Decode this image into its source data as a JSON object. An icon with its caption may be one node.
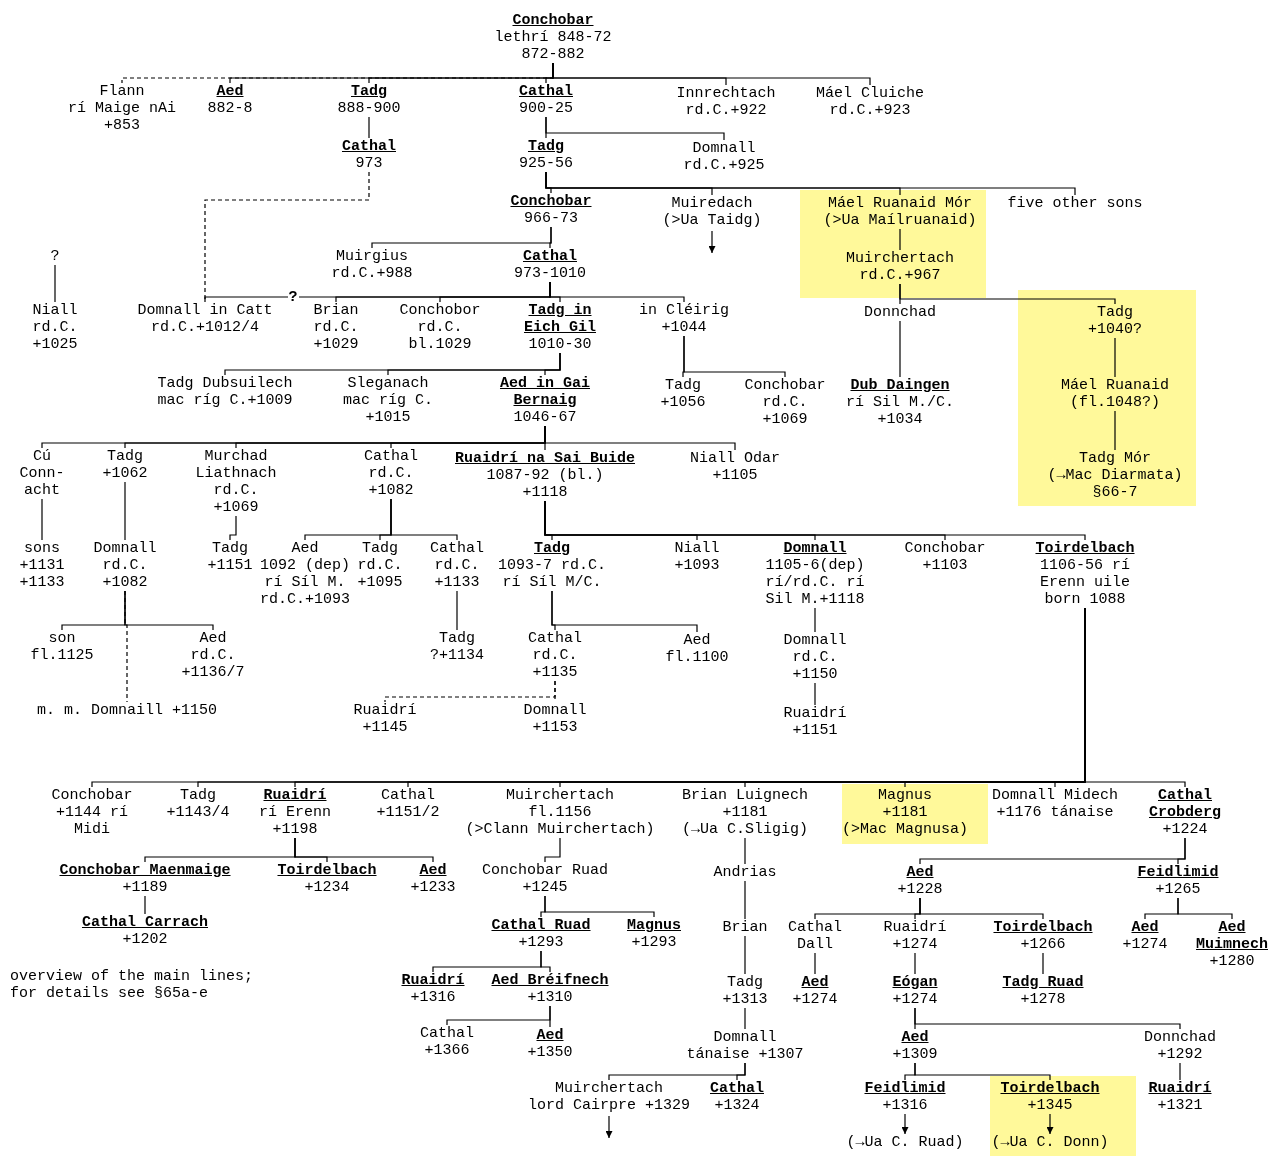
{
  "diagram": {
    "nodes": [
      {
        "text": [
          "Conchobar",
          "lethrí 848-72 872-882"
        ]
      },
      {
        "text": [
          "Flann",
          "rí Maige nAi +853"
        ]
      },
      {
        "text": [
          "Aed",
          "882-8"
        ]
      },
      {
        "text": [
          "Tadg",
          "888-900"
        ]
      },
      {
        "text": [
          "Cathal",
          "900-25"
        ]
      },
      {
        "text": [
          "Innrechtach",
          "rd.C.+922"
        ]
      },
      {
        "text": [
          "Máel Cluiche",
          "rd.C.+923"
        ]
      },
      {
        "text": [
          "Cathal",
          "973"
        ]
      },
      {
        "text": [
          "Tadg",
          "925-56"
        ]
      },
      {
        "text": [
          "Domnall",
          "rd.C.+925"
        ]
      },
      {
        "text": [
          "Conchobar",
          "966-73"
        ]
      },
      {
        "text": [
          "Muiredach",
          "(>Ua Taidg)"
        ]
      },
      {
        "text": [
          "Máel Ruanaid Mór",
          "(>Ua Maílruanaid)"
        ]
      },
      {
        "text": [
          "five other sons"
        ]
      },
      {
        "text": [
          "Muirchertach",
          "rd.C.+967"
        ]
      },
      {
        "text": [
          "Muirgius",
          "rd.C.+988"
        ]
      },
      {
        "text": [
          "Cathal",
          "973-1010"
        ]
      },
      {
        "text": [
          "?"
        ]
      },
      {
        "text": [
          "Niall",
          "rd.C. +1025"
        ]
      },
      {
        "text": [
          "Domnall in Catt",
          "rd.C.+1012/4"
        ]
      },
      {
        "text": [
          "Brian",
          "rd.C. +1029"
        ]
      },
      {
        "text": [
          "Conchobor",
          "rd.C. bl.1029"
        ]
      },
      {
        "text": [
          "Tadg in Eich Gil",
          "1010-30"
        ]
      },
      {
        "text": [
          "in Cléirig",
          "+1044"
        ]
      },
      {
        "text": [
          "Donnchad"
        ]
      },
      {
        "text": [
          "Tadg",
          "+1040?"
        ]
      },
      {
        "text": [
          "Tadg Dubsuilech",
          "mac ríg C.+1009"
        ]
      },
      {
        "text": [
          "Sleganach",
          "mac ríg C. +1015"
        ]
      },
      {
        "text": [
          "Aed in Gai Bernaig",
          "1046-67"
        ]
      },
      {
        "text": [
          "Tadg",
          "+1056"
        ]
      },
      {
        "text": [
          "Conchobar",
          "rd.C. +1069"
        ]
      },
      {
        "text": [
          "Dub Daingen",
          "rí Sil M./C. +1034"
        ]
      },
      {
        "text": [
          "Máel Ruanaid",
          "(fl.1048?)"
        ]
      },
      {
        "text": [
          "Tadg Mór",
          "(→Mac Diarmata)",
          "§66-7"
        ]
      },
      {
        "text": [
          "Cú Conn- acht"
        ]
      },
      {
        "text": [
          "Tadg",
          "+1062"
        ]
      },
      {
        "text": [
          "Murchad Liathnach",
          "rd.C. +1069"
        ]
      },
      {
        "text": [
          "Cathal",
          "rd.C. +1082"
        ]
      },
      {
        "text": [
          "Ruaidrí na Sai Buide",
          "1087-92 (bl.) +1118"
        ]
      },
      {
        "text": [
          "Niall Odar",
          "+1105"
        ]
      },
      {
        "text": [
          "sons",
          "+1131 +1133"
        ]
      },
      {
        "text": [
          "Domnall",
          "rd.C. +1082"
        ]
      },
      {
        "text": [
          "Tadg",
          "+1151"
        ]
      },
      {
        "text": [
          "Aed",
          "1092 (dep) rí Síl M. rd.C.+1093"
        ]
      },
      {
        "text": [
          "Tadg",
          "rd.C. +1095"
        ]
      },
      {
        "text": [
          "Cathal",
          "rd.C. +1133"
        ]
      },
      {
        "text": [
          "Tadg",
          "1093-7 rd.C. rí Síl M/C."
        ]
      },
      {
        "text": [
          "Niall",
          "+1093"
        ]
      },
      {
        "text": [
          "Domnall",
          "1105-6(dep) rí/rd.C. rí Sil M.+1118"
        ]
      },
      {
        "text": [
          "Conchobar",
          "+1103"
        ]
      },
      {
        "text": [
          "Toirdelbach",
          "1106-56 rí Erenn uile born 1088"
        ]
      },
      {
        "text": [
          "son",
          "fl.1125"
        ]
      },
      {
        "text": [
          "Aed",
          "rd.C. +1136/7"
        ]
      },
      {
        "text": [
          "m. m. Domnaill +1150"
        ]
      },
      {
        "text": [
          "Tadg",
          "?+1134"
        ]
      },
      {
        "text": [
          "Cathal",
          "rd.C. +1135"
        ]
      },
      {
        "text": [
          "Aed",
          "fl.1100"
        ]
      },
      {
        "text": [
          "Domnall",
          "rd.C. +1150"
        ]
      },
      {
        "text": [
          "Ruaidrí",
          "+1151"
        ]
      },
      {
        "text": [
          "Ruaidrí",
          "+1145"
        ]
      },
      {
        "text": [
          "Domnall",
          "+1153"
        ]
      },
      {
        "text": [
          "Conchobar",
          "+1144 rí Midi"
        ]
      },
      {
        "text": [
          "Tadg",
          "+1143/4"
        ]
      },
      {
        "text": [
          "Ruaidrí",
          "rí Erenn +1198"
        ]
      },
      {
        "text": [
          "Cathal",
          "+1151/2"
        ]
      },
      {
        "text": [
          "Muirchertach",
          "fl.1156",
          "(>Clann Muirchertach)"
        ]
      },
      {
        "text": [
          "Brian Luignech",
          "+1181",
          "(→Ua C.Sligig)"
        ]
      },
      {
        "text": [
          "Magnus",
          "+1181",
          "(>Mac Magnusa)"
        ]
      },
      {
        "text": [
          "Domnall Midech",
          "+1176 tánaise"
        ]
      },
      {
        "text": [
          "Cathal Crobderg",
          "+1224"
        ]
      },
      {
        "text": [
          "Conchobar Maenmaige",
          "+1189"
        ]
      },
      {
        "text": [
          "Toirdelbach",
          "+1234"
        ]
      },
      {
        "text": [
          "Aed",
          "+1233"
        ]
      },
      {
        "text": [
          "Conchobar Ruad",
          "+1245"
        ]
      },
      {
        "text": [
          "Andrias"
        ]
      },
      {
        "text": [
          "Aed",
          "+1228"
        ]
      },
      {
        "text": [
          "Feidlimid",
          "+1265"
        ]
      },
      {
        "text": [
          "Cathal Carrach",
          "+1202"
        ]
      },
      {
        "text": [
          "Cathal Ruad",
          "+1293"
        ]
      },
      {
        "text": [
          "Magnus",
          "+1293"
        ]
      },
      {
        "text": [
          "Brian"
        ]
      },
      {
        "text": [
          "Cathal Dall"
        ]
      },
      {
        "text": [
          "Ruaidrí",
          "+1274"
        ]
      },
      {
        "text": [
          "Toirdelbach",
          "+1266"
        ]
      },
      {
        "text": [
          "Aed",
          "+1274"
        ]
      },
      {
        "text": [
          "Aed Muimnech",
          "+1280"
        ]
      },
      {
        "text": [
          "Ruaidrí",
          "+1316"
        ]
      },
      {
        "text": [
          "Aed Bréifnech",
          "+1310"
        ]
      },
      {
        "text": [
          "Tadg",
          "+1313"
        ]
      },
      {
        "text": [
          "Aed",
          "+1274"
        ]
      },
      {
        "text": [
          "Eógan",
          "+1274"
        ]
      },
      {
        "text": [
          "Tadg Ruad",
          "+1278"
        ]
      },
      {
        "text": [
          "Cathal",
          "+1366"
        ]
      },
      {
        "text": [
          "Aed",
          "+1350"
        ]
      },
      {
        "text": [
          "Domnall",
          "tánaise +1307"
        ]
      },
      {
        "text": [
          "Aed",
          "+1309"
        ]
      },
      {
        "text": [
          "Donnchad",
          "+1292"
        ]
      },
      {
        "text": [
          "Muirchertach",
          "lord Cairpre +1329"
        ]
      },
      {
        "text": [
          "Cathal",
          "+1324"
        ]
      },
      {
        "text": [
          "Feidlimid",
          "+1316"
        ]
      },
      {
        "text": [
          "Toirdelbach",
          "+1345"
        ]
      },
      {
        "text": [
          "Ruaidrí",
          "+1321"
        ]
      },
      {
        "text": [
          "(→Ua C. Ruad)"
        ]
      },
      {
        "text": [
          "(→Ua C. Donn)"
        ]
      }
    ],
    "edges": [
      {
        "from": 0,
        "to": 1,
        "arrow": "none",
        "style": "dashed"
      },
      {
        "from": 0,
        "to": 2,
        "arrow": "none"
      },
      {
        "from": 0,
        "to": 3,
        "arrow": "none"
      },
      {
        "from": 0,
        "to": 4,
        "arrow": "none"
      },
      {
        "from": 0,
        "to": 5,
        "arrow": "none"
      },
      {
        "from": 0,
        "to": 6,
        "arrow": "none"
      },
      {
        "from": 3,
        "to": 7,
        "arrow": "none"
      },
      {
        "from": 4,
        "to": 8,
        "arrow": "none"
      },
      {
        "from": 4,
        "to": 9,
        "arrow": "none"
      },
      {
        "from": 8,
        "to": 10,
        "arrow": "none"
      },
      {
        "from": 8,
        "to": 11,
        "arrow": "none"
      },
      {
        "from": 8,
        "to": 12,
        "arrow": "none"
      },
      {
        "from": 8,
        "to": 13,
        "arrow": "none"
      },
      {
        "from": 11,
        "to": null,
        "arrow": "to"
      },
      {
        "from": 12,
        "to": 14,
        "arrow": "none"
      },
      {
        "from": 10,
        "to": 15,
        "arrow": "none"
      },
      {
        "from": 10,
        "to": 16,
        "arrow": "none"
      },
      {
        "from": 17,
        "to": 18,
        "arrow": "none"
      },
      {
        "from": 7,
        "to": 19,
        "arrow": "none",
        "style": "dashed"
      },
      {
        "from": 16,
        "to": 19,
        "arrow": "none",
        "label": "?"
      },
      {
        "from": 16,
        "to": 20,
        "arrow": "none"
      },
      {
        "from": 16,
        "to": 21,
        "arrow": "none"
      },
      {
        "from": 16,
        "to": 22,
        "arrow": "none"
      },
      {
        "from": 16,
        "to": 23,
        "arrow": "none"
      },
      {
        "from": 14,
        "to": 24,
        "arrow": "none"
      },
      {
        "from": 14,
        "to": 25,
        "arrow": "none"
      },
      {
        "from": 22,
        "to": 26,
        "arrow": "none"
      },
      {
        "from": 22,
        "to": 27,
        "arrow": "none"
      },
      {
        "from": 22,
        "to": 28,
        "arrow": "none"
      },
      {
        "from": 23,
        "to": 29,
        "arrow": "none"
      },
      {
        "from": 23,
        "to": 30,
        "arrow": "none"
      },
      {
        "from": 24,
        "to": 31,
        "arrow": "none"
      },
      {
        "from": 25,
        "to": 32,
        "arrow": "none"
      },
      {
        "from": 32,
        "to": 33,
        "arrow": "none"
      },
      {
        "from": 28,
        "to": 34,
        "arrow": "none"
      },
      {
        "from": 28,
        "to": 35,
        "arrow": "none"
      },
      {
        "from": 28,
        "to": 36,
        "arrow": "none"
      },
      {
        "from": 28,
        "to": 37,
        "arrow": "none"
      },
      {
        "from": 28,
        "to": 38,
        "arrow": "none"
      },
      {
        "from": 28,
        "to": 39,
        "arrow": "none"
      },
      {
        "from": 34,
        "to": 40,
        "arrow": "none"
      },
      {
        "from": 35,
        "to": 41,
        "arrow": "none"
      },
      {
        "from": 36,
        "to": 42,
        "arrow": "none"
      },
      {
        "from": 37,
        "to": 43,
        "arrow": "none"
      },
      {
        "from": 37,
        "to": 44,
        "arrow": "none"
      },
      {
        "from": 37,
        "to": 45,
        "arrow": "none"
      },
      {
        "from": 38,
        "to": 46,
        "arrow": "none"
      },
      {
        "from": 38,
        "to": 47,
        "arrow": "none"
      },
      {
        "from": 38,
        "to": 48,
        "arrow": "none"
      },
      {
        "from": 38,
        "to": 49,
        "arrow": "none"
      },
      {
        "from": 38,
        "to": 50,
        "arrow": "none"
      },
      {
        "from": 41,
        "to": 51,
        "arrow": "none"
      },
      {
        "from": 41,
        "to": 52,
        "arrow": "none"
      },
      {
        "from": 41,
        "to": 53,
        "arrow": "none",
        "style": "dashed"
      },
      {
        "from": 45,
        "to": 54,
        "arrow": "none"
      },
      {
        "from": 46,
        "to": 55,
        "arrow": "none"
      },
      {
        "from": 46,
        "to": 56,
        "arrow": "none"
      },
      {
        "from": 48,
        "to": 57,
        "arrow": "none"
      },
      {
        "from": 57,
        "to": 58,
        "arrow": "none"
      },
      {
        "from": 55,
        "to": 59,
        "arrow": "none",
        "style": "dashed"
      },
      {
        "from": 55,
        "to": 60,
        "arrow": "none",
        "style": "dashed"
      },
      {
        "from": 50,
        "to": 61,
        "arrow": "none"
      },
      {
        "from": 50,
        "to": 62,
        "arrow": "none"
      },
      {
        "from": 50,
        "to": 63,
        "arrow": "none"
      },
      {
        "from": 50,
        "to": 64,
        "arrow": "none"
      },
      {
        "from": 50,
        "to": 65,
        "arrow": "none"
      },
      {
        "from": 50,
        "to": 66,
        "arrow": "none"
      },
      {
        "from": 50,
        "to": 67,
        "arrow": "none"
      },
      {
        "from": 50,
        "to": 68,
        "arrow": "none"
      },
      {
        "from": 50,
        "to": 69,
        "arrow": "none"
      },
      {
        "from": 63,
        "to": 70,
        "arrow": "none"
      },
      {
        "from": 63,
        "to": 71,
        "arrow": "none"
      },
      {
        "from": 63,
        "to": 72,
        "arrow": "none"
      },
      {
        "from": 65,
        "to": 73,
        "arrow": "none"
      },
      {
        "from": 66,
        "to": 74,
        "arrow": "none"
      },
      {
        "from": 69,
        "to": 75,
        "arrow": "none"
      },
      {
        "from": 69,
        "to": 76,
        "arrow": "none"
      },
      {
        "from": 70,
        "to": 77,
        "arrow": "none"
      },
      {
        "from": 73,
        "to": 78,
        "arrow": "none"
      },
      {
        "from": 73,
        "to": 79,
        "arrow": "none"
      },
      {
        "from": 74,
        "to": 80,
        "arrow": "none"
      },
      {
        "from": 75,
        "to": 81,
        "arrow": "none"
      },
      {
        "from": 75,
        "to": 82,
        "arrow": "none"
      },
      {
        "from": 75,
        "to": 83,
        "arrow": "none"
      },
      {
        "from": 76,
        "to": 84,
        "arrow": "none"
      },
      {
        "from": 76,
        "to": 85,
        "arrow": "none"
      },
      {
        "from": 78,
        "to": 86,
        "arrow": "none"
      },
      {
        "from": 78,
        "to": 87,
        "arrow": "none"
      },
      {
        "from": 80,
        "to": 88,
        "arrow": "none"
      },
      {
        "from": 81,
        "to": 89,
        "arrow": "none"
      },
      {
        "from": 82,
        "to": 90,
        "arrow": "none"
      },
      {
        "from": 83,
        "to": 91,
        "arrow": "none"
      },
      {
        "from": 87,
        "to": 92,
        "arrow": "none"
      },
      {
        "from": 87,
        "to": 93,
        "arrow": "none"
      },
      {
        "from": 88,
        "to": 94,
        "arrow": "none"
      },
      {
        "from": 90,
        "to": 95,
        "arrow": "none"
      },
      {
        "from": 90,
        "to": 96,
        "arrow": "none"
      },
      {
        "from": 94,
        "to": 97,
        "arrow": "none"
      },
      {
        "from": 94,
        "to": 98,
        "arrow": "none"
      },
      {
        "from": 97,
        "to": null,
        "arrow": "to"
      },
      {
        "from": 95,
        "to": 99,
        "arrow": "none"
      },
      {
        "from": 95,
        "to": 100,
        "arrow": "none"
      },
      {
        "from": 96,
        "to": 101,
        "arrow": "none"
      },
      {
        "from": 99,
        "to": 102,
        "arrow": "to"
      },
      {
        "from": 100,
        "to": 103,
        "arrow": "to"
      }
    ],
    "labels": [
      "overview of the main lines; for details see §65a-e"
    ]
  }
}
